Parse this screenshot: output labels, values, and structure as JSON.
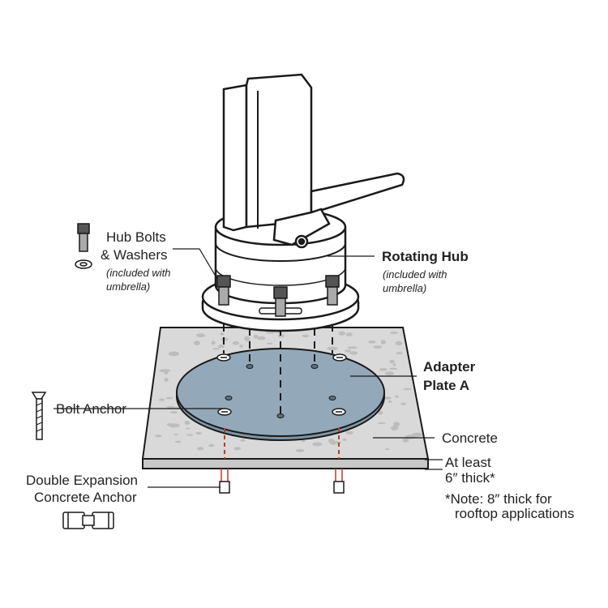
{
  "labels": {
    "hub_bolts_line1": "Hub Bolts",
    "hub_bolts_line2": "& Washers",
    "hub_bolts_note_line1": "(included with",
    "hub_bolts_note_line2": "umbrella)",
    "rotating_hub": "Rotating Hub",
    "rotating_hub_note_line1": "(included with",
    "rotating_hub_note_line2": "umbrella)",
    "adapter_plate_line1": "Adapter",
    "adapter_plate_line2": "Plate A",
    "bolt_anchor": "Bolt Anchor",
    "concrete": "Concrete",
    "thickness_line1": "At least",
    "thickness_line2": "6″ thick*",
    "double_expansion_line1": "Double Expansion",
    "double_expansion_line2": "Concrete Anchor",
    "note_line1": "*Note: 8″ thick for",
    "note_line2": "rooftop applications"
  },
  "colors": {
    "outline": "#1a1a1a",
    "concrete_fill": "#d9d9d9",
    "concrete_speckle": "#bdbdbd",
    "plate_fill": "#93a9b9",
    "hub_fill": "#ffffff",
    "anchor_red": "#c0392b"
  }
}
